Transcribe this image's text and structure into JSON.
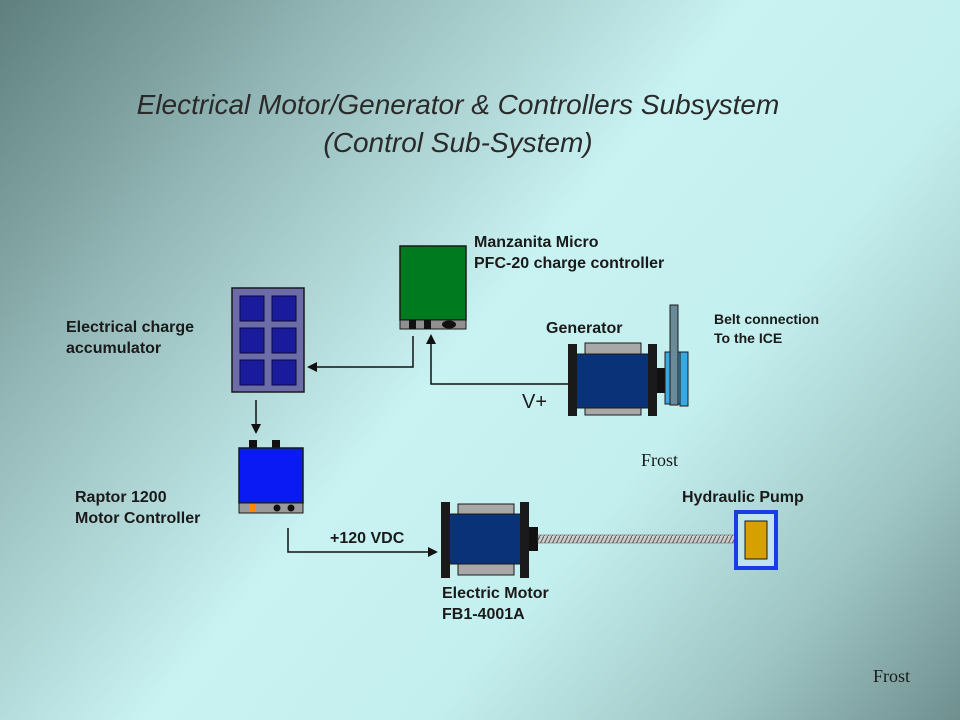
{
  "title": {
    "line1": "Electrical Motor/Generator & Controllers Subsystem",
    "line2": "(Control Sub-System)"
  },
  "labels": {
    "manzanita_line1": "Manzanita Micro",
    "manzanita_line2": "PFC-20 charge controller",
    "accumulator_line1": "Electrical charge",
    "accumulator_line2": "accumulator",
    "generator": "Generator",
    "belt_line1": "Belt connection",
    "belt_line2": "To the ICE",
    "vplus": "V+",
    "frost_mid": "Frost",
    "raptor_line1": "Raptor 1200",
    "raptor_line2": "Motor Controller",
    "hydraulic_pump": "Hydraulic Pump",
    "vdc": "+120 VDC",
    "motor_line1": "Electric Motor",
    "motor_line2": "FB1-4001A",
    "frost_corner": "Frost"
  },
  "colors": {
    "title_text": "#2a2a2a",
    "controller_green": "#007a1e",
    "accumulator_frame": "#6c6ca8",
    "accumulator_cell": "#1a1a9c",
    "raptor_blue": "#0a1af5",
    "motor_body": "#0a3278",
    "motor_plate": "#a8a8a8",
    "pulley_blue": "#3aa8e0",
    "pump_frame": "#1a3ce8",
    "pump_core": "#d6a000"
  }
}
